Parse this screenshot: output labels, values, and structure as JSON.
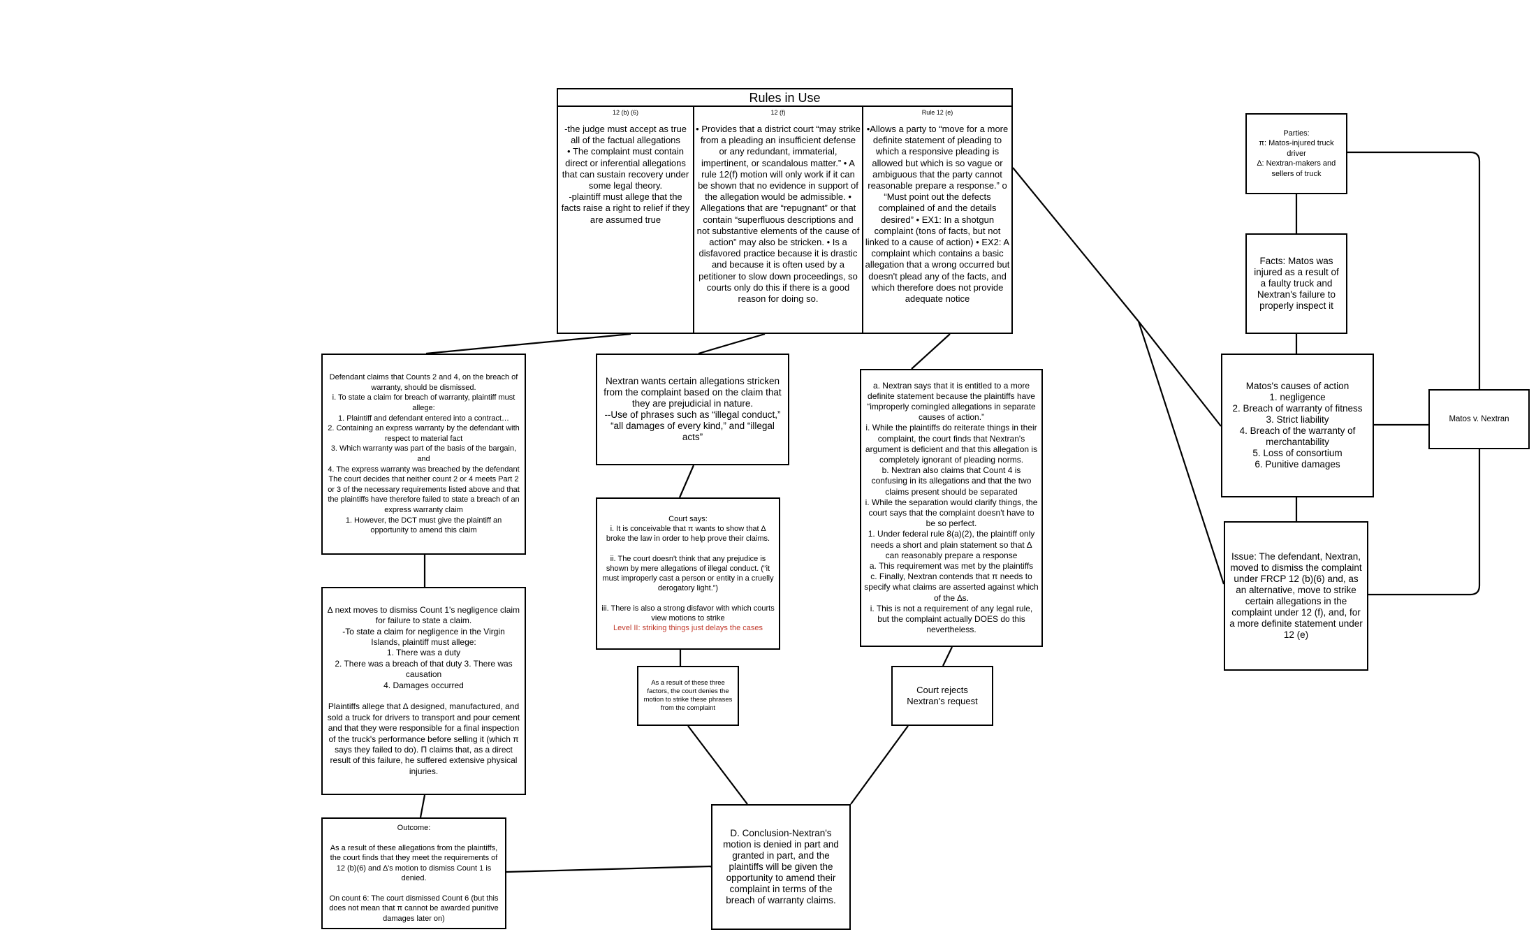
{
  "rules_in_use": {
    "title": "Rules in Use",
    "columns": [
      {
        "heading": "12 (b) (6)",
        "text": "-the judge must accept as true all of the factual allegations\n• The complaint must contain direct or inferential allegations that can sustain recovery under some legal theory.\n-plaintiff must allege that the facts raise a right to relief if they are assumed true"
      },
      {
        "heading": "12 (f)",
        "text": "• Provides that a district court “may strike from a pleading an insufficient defense or any redundant, immaterial, impertinent, or scandalous matter.” • A rule 12(f) motion will only work if it can be shown that no evidence in support of the allegation would be admissible. • Allegations that are “repugnant” or that contain “superfluous descriptions and not substantive elements of the cause of action” may also be stricken. • Is a disfavored practice because it is drastic and because it is often used by a petitioner to slow down proceedings, so courts only do this if there is a good reason for doing so."
      },
      {
        "heading": "Rule 12 (e)",
        "text": "•Allows a party to “move for a more definite statement of pleading to which a responsive pleading is allowed but which is so vague or ambiguous that the party cannot reasonable prepare a response.” o “Must point out the defects complained of and the details desired” • EX1: In a shotgun complaint (tons of facts, but not linked to a cause of action) • EX2: A complaint which contains a basic allegation that a wrong occurred but doesn't plead any of the facts, and which therefore does not provide adequate notice"
      }
    ]
  },
  "parties": {
    "text": "Parties:\nπ: Matos-injured truck driver\n∆: Nextran-makers and sellers of truck"
  },
  "facts": {
    "text": "Facts: Matos was injured as a result of a faulty truck and Nextran's failure to properly inspect it"
  },
  "causes": {
    "text": "Matos's causes of action\n1. negligence\n2. Breach of warranty of fitness\n3. Strict liability\n4. Breach of the warranty of merchantability\n5. Loss of consortium\n6. Punitive damages"
  },
  "case": {
    "text": "Matos v. Nextran"
  },
  "issue": {
    "text": "Issue: The defendant, Nextran, moved to dismiss the complaint under FRCP 12 (b)(6) and, as an alternative, move to strike certain allegations in the complaint under 12 (f), and, for a more definite statement under 12 (e)"
  },
  "warranty_claim": {
    "text": "Defendant claims that Counts 2 and 4, on the breach of warranty, should be dismissed.\ni. To state a claim for breach of warranty, plaintiff must allege:\n1. Plaintiff and defendant entered into a contract…\n2. Containing an express warranty by the defendant with respect to material fact\n3. Which warranty was part of the basis of the bargain, and\n4. The express warranty was breached by the defendant\nThe court decides that neither count 2 or 4 meets Part 2 or 3 of the necessary requirements listed above and that the plaintiffs have therefore failed to state a breach of an express warranty claim\n1. However, the DCT must give the plaintiff an opportunity to amend this claim"
  },
  "negligence": {
    "text": "∆ next moves to dismiss Count 1's negligence claim for failure to state a claim.\n-To state a claim for negligence in the Virgin Islands, plaintiff must allege:\n1. There was a duty\n2. There was a breach of that duty 3. There was causation\n4. Damages occurred\n\nPlaintiffs allege that ∆ designed, manufactured, and sold a truck for drivers to transport and pour cement and that they were responsible for a final inspection of the truck's performance before selling it (which π says they failed to do). Π claims that, as a direct result of this failure, he suffered extensive physical injuries."
  },
  "outcome": {
    "text": "Outcome:\n\nAs a result of these allegations from the plaintiffs, the court finds that they meet the requirements of 12 (b)(6) and ∆'s motion to dismiss Count 1 is denied.\n\nOn count 6: The court dismissed Count 6 (but this does not mean that π cannot be awarded punitive damages later on)"
  },
  "strike_request": {
    "text": "Nextran wants certain allegations stricken from the complaint based on the claim that they are prejudicial in nature.\n--Use of phrases such as “illegal conduct,” “all damages of every kind,” and “illegal acts”"
  },
  "court_says": {
    "text": "Court says:\ni. It is conceivable that π wants to show that ∆ broke the law in order to help prove their claims.\n\nii. The court doesn't think that any prejudice is shown by mere allegations of illegal conduct. (“it must improperly cast a person or entity in a cruelly derogatory light.”)\n\niii. There is also a strong disfavor with which courts view motions to strike",
    "highlight": "Level II: striking things just delays the cases",
    "highlight_color": "#c0392b"
  },
  "strike_result": {
    "text": "As a result of these three factors, the court denies the motion to strike these phrases from the complaint"
  },
  "definite_statement": {
    "text": "a. Nextran says that it is entitled to a more definite statement because the plaintiffs have “improperly comingled allegations in separate causes of action.”\ni. While the plaintiffs do reiterate things in their complaint, the court finds that Nextran's argument is deficient and that this allegation is completely ignorant of pleading norms.\nb. Nextran also claims that Count 4 is confusing in its allegations and that the two claims present should be separated\ni. While the separation would clarify things, the court says that the complaint doesn't have to be so perfect.\n1. Under federal rule 8(a)(2), the plaintiff only needs a short and plain statement so that ∆ can reasonably prepare a response\na. This requirement was met by the plaintiffs\nc. Finally, Nextran contends that π needs to specify what claims are asserted against which of the ∆s.\ni. This is not a requirement of any legal rule, but the complaint actually DOES do this nevertheless."
  },
  "court_rejects": {
    "text": "Court rejects Nextran's request"
  },
  "conclusion": {
    "text": "D. Conclusion-Nextran's motion is denied in part and granted in part, and the plaintiffs will be given the opportunity to amend their complaint in terms of the breach of warranty claims."
  }
}
